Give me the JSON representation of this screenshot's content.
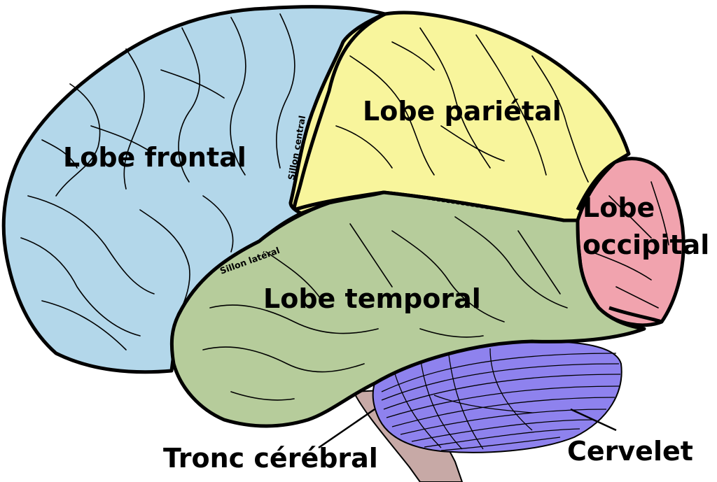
{
  "diagram": {
    "labels": {
      "frontal": "Lobe frontal",
      "parietal": "Lobe pariétal",
      "occipital_1": "Lobe",
      "occipital_2": "occipital",
      "temporal": "Lobe temporal",
      "brainstem": "Tronc cérébral",
      "cerebellum": "Cervelet",
      "central_sulcus": "Sillon central",
      "lateral_sulcus": "Sillon latéral"
    },
    "colors": {
      "frontal": "#b3d7ea",
      "parietal": "#f8f59c",
      "occipital": "#f1a3ae",
      "temporal": "#b6cc9b",
      "cerebellum": "#8e82ee",
      "brainstem": "#c7a9a6"
    }
  }
}
